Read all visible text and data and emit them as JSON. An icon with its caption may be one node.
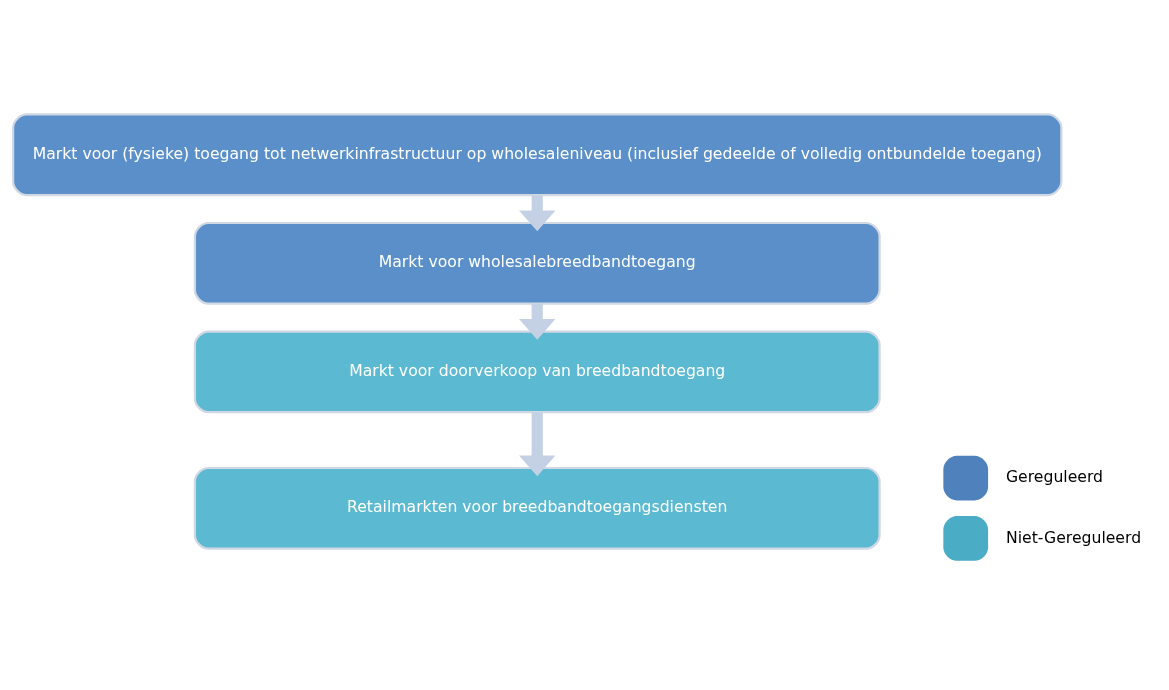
{
  "diagram": {
    "nodes": [
      {
        "text": [
          "Markt voor (fysieke) toegang tot netwerkinfrastructuur op wholesaleniveau (inclusief gedeelde of volledig ontbundelde toegang)"
        ]
      },
      {
        "text": [
          "Markt voor wholesalebreedbandtoegang"
        ]
      },
      {
        "text": [
          "Markt voor doorverkoop van breedbandtoegang"
        ]
      },
      {
        "text": [
          "Retailmarkten voor breedbandtoegangsdiensten"
        ]
      }
    ],
    "edges": [
      {
        "from": 0,
        "to": 1,
        "arrow": "to"
      },
      {
        "from": 1,
        "to": 2,
        "arrow": "to"
      },
      {
        "from": 2,
        "to": 3,
        "arrow": "to"
      }
    ],
    "legend": [
      {
        "text": "Gereguleerd",
        "color": "#4f81bd"
      },
      {
        "text": "Niet-Gereguleerd",
        "color": "#4bacc6"
      }
    ]
  }
}
